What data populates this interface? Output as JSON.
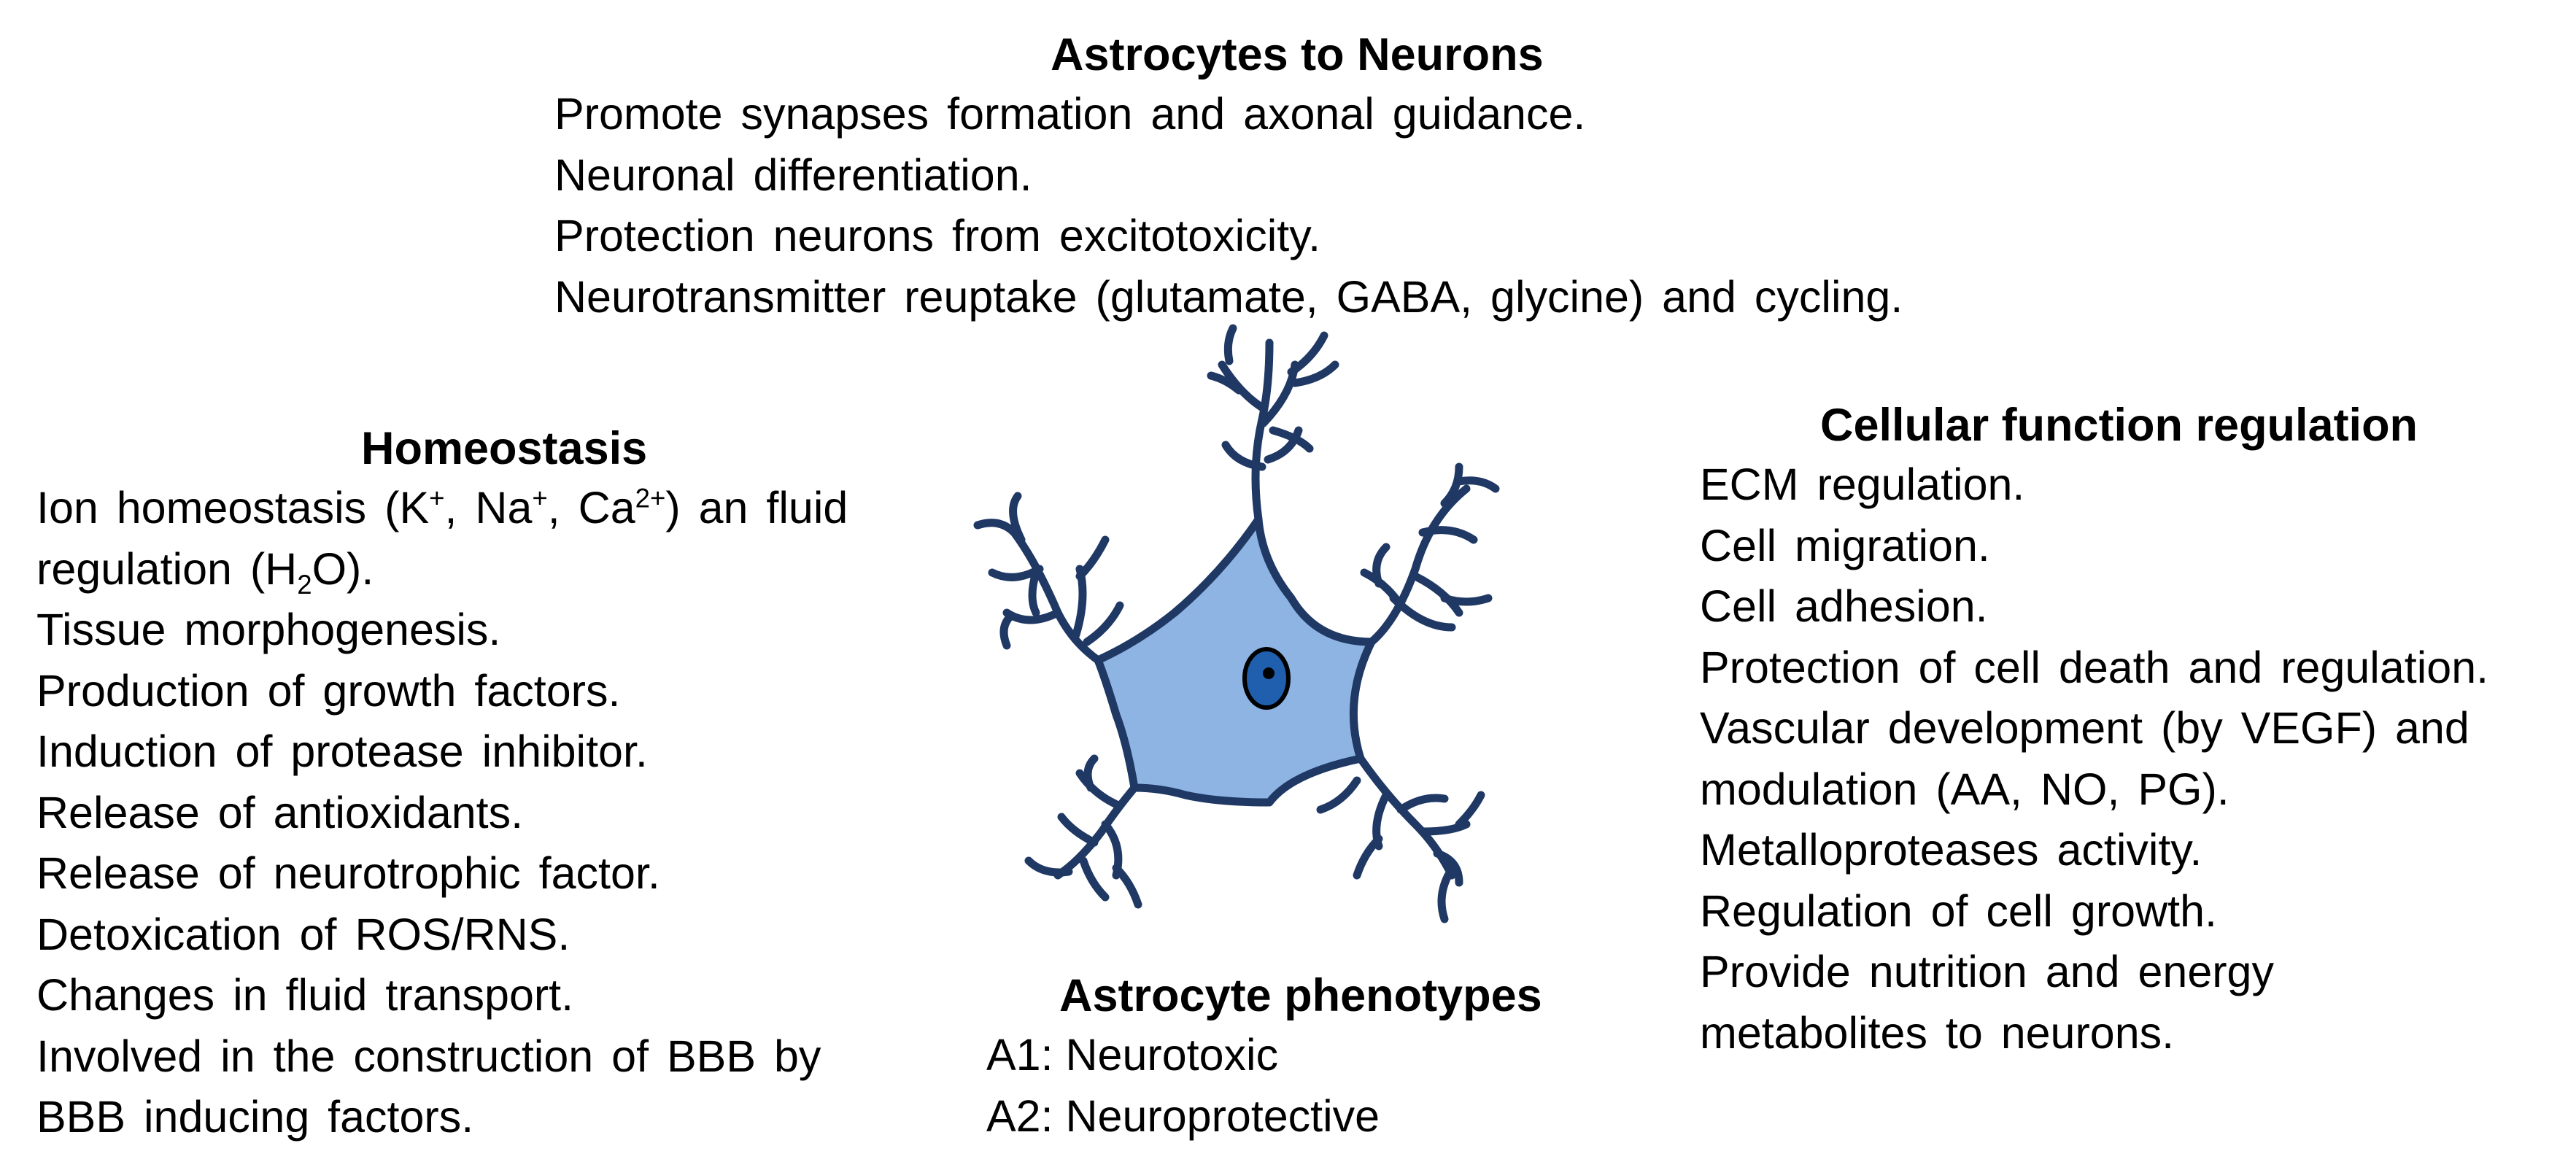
{
  "top": {
    "heading": "Astrocytes to Neurons",
    "lines": [
      "Promote synapses formation and axonal guidance.",
      "Neuronal differentiation.",
      "Protection neurons from excitotoxicity.",
      "Neurotransmitter reuptake (glutamate, GABA, glycine) and cycling."
    ]
  },
  "left": {
    "heading": "Homeostasis",
    "ion": {
      "pre": "Ion homeostasis (K",
      "k_sup": "+",
      "mid1": ", Na",
      "na_sup": "+",
      "mid2": ", Ca",
      "ca_sup": "2+",
      "post": ") an fluid"
    },
    "reg": {
      "pre": "regulation (H",
      "h_sub": "2",
      "post": "O)."
    },
    "lines": [
      "Tissue morphogenesis.",
      "Production of growth factors.",
      "Induction of protease inhibitor.",
      "Release of antioxidants.",
      "Release of neurotrophic factor.",
      "Detoxication of ROS/RNS.",
      "Changes in fluid transport.",
      "Involved in the construction of BBB by",
      "BBB inducing factors."
    ]
  },
  "right": {
    "heading": "Cellular function regulation",
    "lines": [
      "ECM regulation.",
      "Cell migration.",
      "Cell adhesion.",
      "Protection of cell death and regulation.",
      "Vascular development (by VEGF) and",
      "modulation (AA, NO, PG).",
      "Metalloproteases activity.",
      "Regulation of cell growth.",
      "Provide nutrition and energy",
      "metabolites to neurons."
    ]
  },
  "bottom": {
    "heading": "Astrocyte phenotypes",
    "lines": [
      "A1: Neurotoxic",
      "A2: Neuroprotective"
    ]
  },
  "colors": {
    "cell_fill": "#8db4e2",
    "cell_stroke": "#1f3864",
    "nucleus_fill": "#1f5fae"
  }
}
